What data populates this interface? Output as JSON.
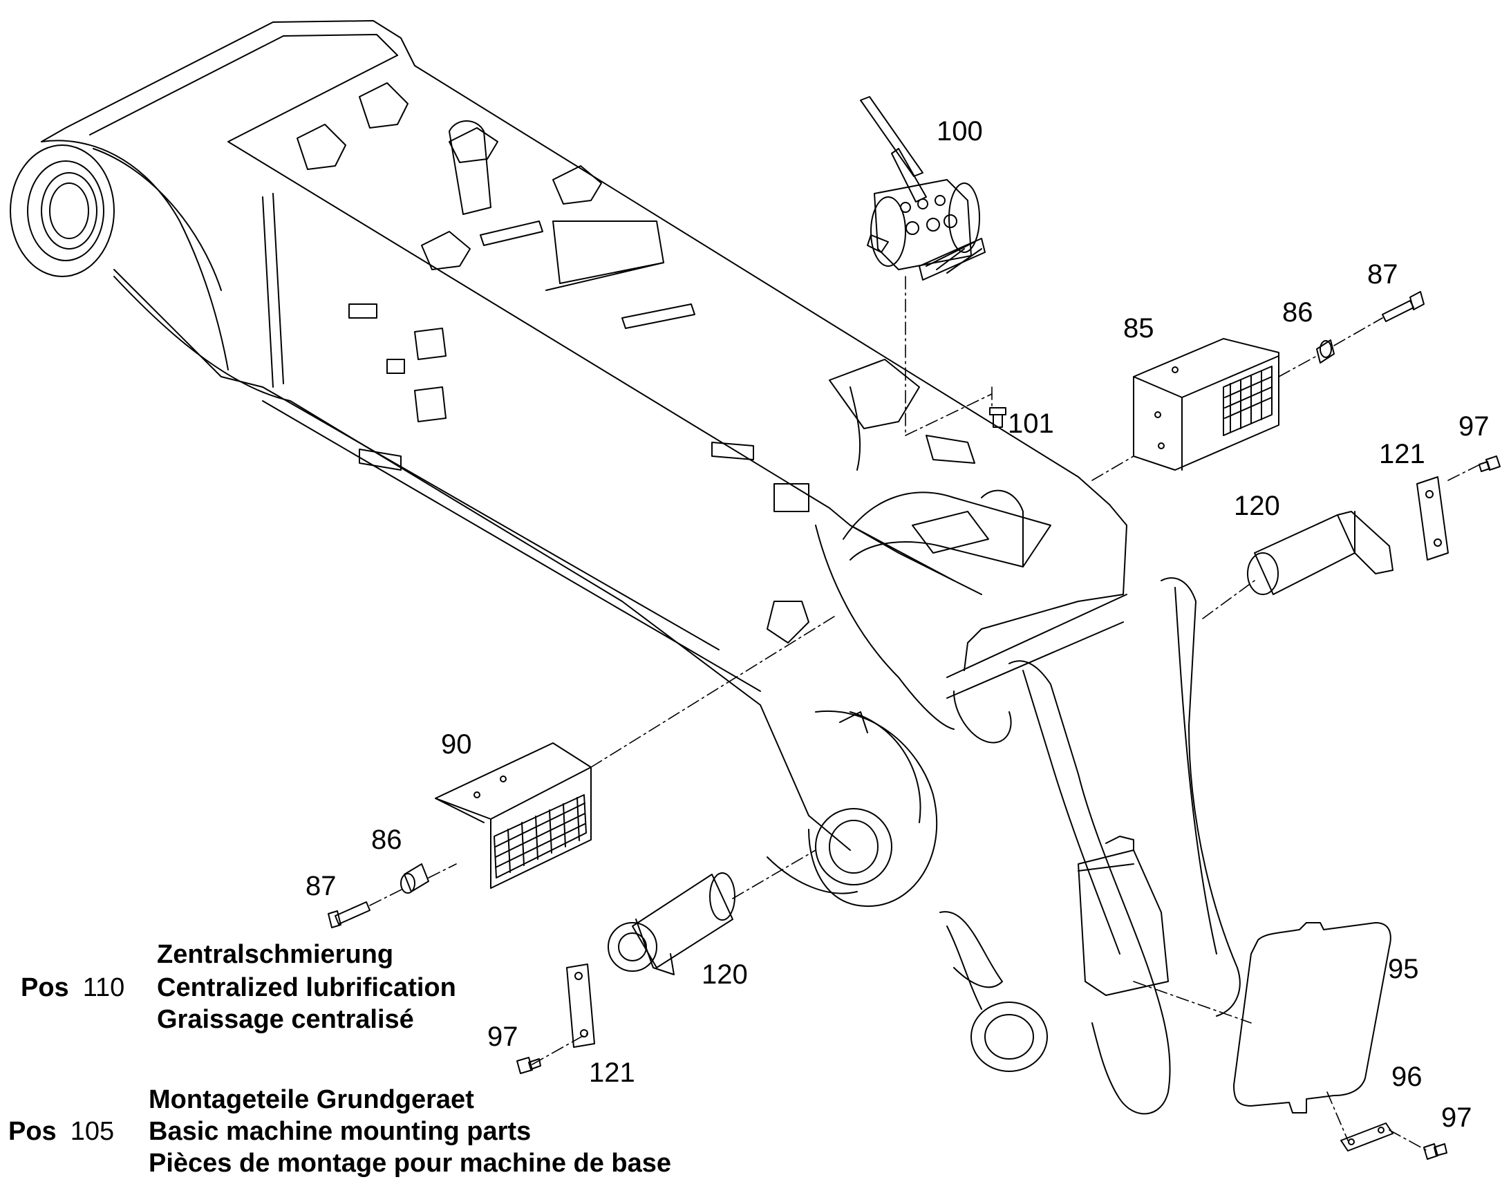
{
  "callouts": {
    "c100": "100",
    "c87_top": "87",
    "c86_top": "86",
    "c85": "85",
    "c101": "101",
    "c97_right": "97",
    "c121_right": "121",
    "c120_right": "120",
    "c90": "90",
    "c86_left": "86",
    "c87_left": "87",
    "c120_bottom": "120",
    "c95": "95",
    "c97_bottom": "97",
    "c121_bottom": "121",
    "c96": "96",
    "c97_br": "97"
  },
  "lubrication": {
    "pos_word": "Pos",
    "pos_number": "110",
    "line_de": "Zentralschmierung",
    "line_en": "Centralized lubrification",
    "line_fr": "Graissage centralisé"
  },
  "mounting": {
    "pos_word": "Pos",
    "pos_number": "105",
    "line_de": "Montageteile Grundgeraet",
    "line_en": "Basic machine mounting parts",
    "line_fr": "Pièces de montage pour machine de base"
  }
}
